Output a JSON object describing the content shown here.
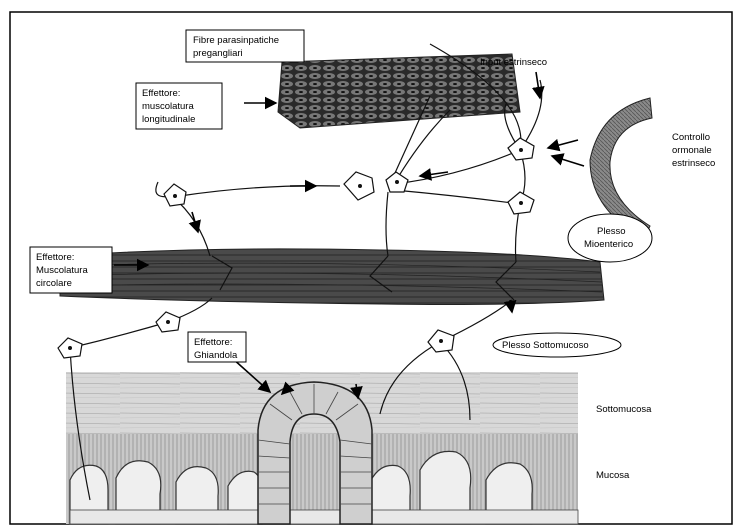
{
  "labels": {
    "fibre_line1": "Fibre parasinpatiche",
    "fibre_line2": "pregangliari",
    "input": "Input estrinseco",
    "eff_long_1": "Effettore:",
    "eff_long_2": "muscolatura",
    "eff_long_3": "longitudinale",
    "hormonal_1": "Controllo",
    "hormonal_2": "ormonale",
    "hormonal_3": "estrinseco",
    "myenteric_1": "Plesso",
    "myenteric_2": "Mioenterico",
    "eff_circ_1": "Effettore:",
    "eff_circ_2": "Muscolatura",
    "eff_circ_3": "circolare",
    "eff_gland_1": "Effettore:",
    "eff_gland_2": "Ghiandola",
    "submucosal": "Plesso Sottomucoso",
    "submucosa": "Sottomucosa",
    "mucosa": "Mucosa"
  }
}
